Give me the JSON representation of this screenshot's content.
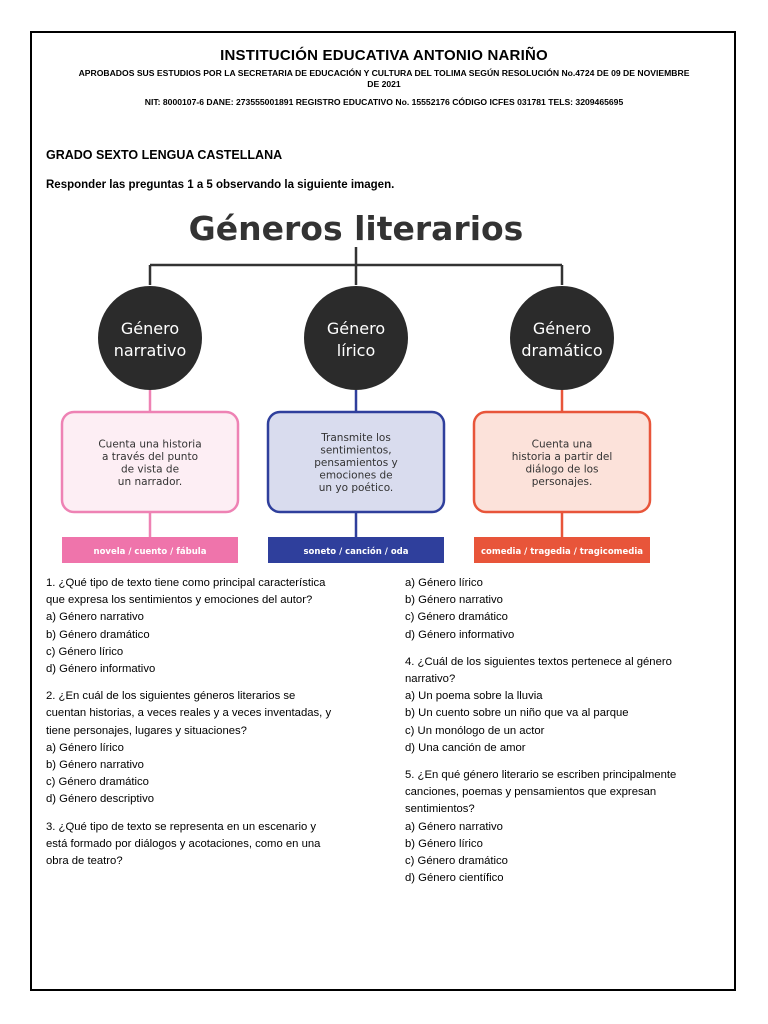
{
  "header": {
    "institution": "INSTITUCIÓN EDUCATIVA ANTONIO NARIÑO",
    "approved_line1": "APROBADOS SUS ESTUDIOS POR LA SECRETARIA DE EDUCACIÓN Y CULTURA DEL TOLIMA SEGÚN RESOLUCIÓN No.4724 DE 09 DE NOVIEMBRE",
    "approved_line2": "DE  2021",
    "nit_line": "NIT: 8000107-6 DANE: 273555001891 REGISTRO EDUCATIVO No. 15552176 CÓDIGO ICFES 031781 TELS: 3209465695"
  },
  "grade_title": "GRADO SEXTO LENGUA CASTELLANA",
  "instruction": "Responder las preguntas 1 a 5 observando la siguiente imagen.",
  "diagram": {
    "title": "Géneros literarios",
    "genres": [
      {
        "name_line1": "Género",
        "name_line2": "narrativo",
        "desc_lines": [
          "Cuenta una historia",
          "a través del punto",
          "de vista de",
          "un narrador."
        ],
        "examples": "novela / cuento / fábula",
        "border_color": "#ee82b4",
        "fill_color": "#fdeef4",
        "tag_color": "#ef74ab"
      },
      {
        "name_line1": "Género",
        "name_line2": "lírico",
        "desc_lines": [
          "Transmite los",
          "sentimientos,",
          "pensamientos y",
          "emociones de",
          "un yo poético."
        ],
        "examples": "soneto / canción / oda",
        "border_color": "#2f3f9c",
        "fill_color": "#d9dcee",
        "tag_color": "#2f3f9c"
      },
      {
        "name_line1": "Género",
        "name_line2": "dramático",
        "desc_lines": [
          "Cuenta una",
          "historia a partir del",
          "diálogo de los",
          "personajes."
        ],
        "examples": "comedia / tragedia / tragicomedia",
        "border_color": "#e8553a",
        "fill_color": "#fce2da",
        "tag_color": "#e8553a"
      }
    ]
  },
  "questions_left": [
    {
      "lines": [
        "1. ¿Qué tipo de texto tiene como principal característica",
        "que expresa los sentimientos y emociones del autor?"
      ],
      "options": [
        "a) Género narrativo",
        "b) Género dramático",
        "c) Género lírico",
        "d) Género informativo"
      ]
    },
    {
      "lines": [
        "2. ¿En cuál de los siguientes géneros literarios se",
        "cuentan historias, a veces reales y a veces inventadas, y",
        "tiene personajes, lugares y situaciones?"
      ],
      "options": [
        "a) Género lírico",
        "b) Género narrativo",
        "c) Género dramático",
        "d) Género descriptivo"
      ]
    },
    {
      "lines": [
        "3. ¿Qué tipo de texto se representa en un escenario y",
        "está formado por diálogos y acotaciones, como en una",
        "obra de teatro?"
      ],
      "options": []
    }
  ],
  "questions_right": [
    {
      "lines": [],
      "options": [
        "a) Género lírico",
        "b) Género narrativo",
        "c) Género dramático",
        "d) Género informativo"
      ]
    },
    {
      "lines": [
        "4. ¿Cuál de los siguientes textos pertenece al género",
        "narrativo?"
      ],
      "options": [
        "a) Un poema sobre la lluvia",
        "b) Un cuento sobre un niño que va al parque",
        "c) Un monólogo de un actor",
        "d) Una canción de amor"
      ]
    },
    {
      "lines": [
        "5. ¿En qué género literario se escriben principalmente",
        "canciones, poemas y pensamientos que expresan",
        "sentimientos?"
      ],
      "options": [
        "a) Género narrativo",
        "b) Género lírico",
        "c) Género dramático",
        "d) Género científico"
      ]
    }
  ]
}
